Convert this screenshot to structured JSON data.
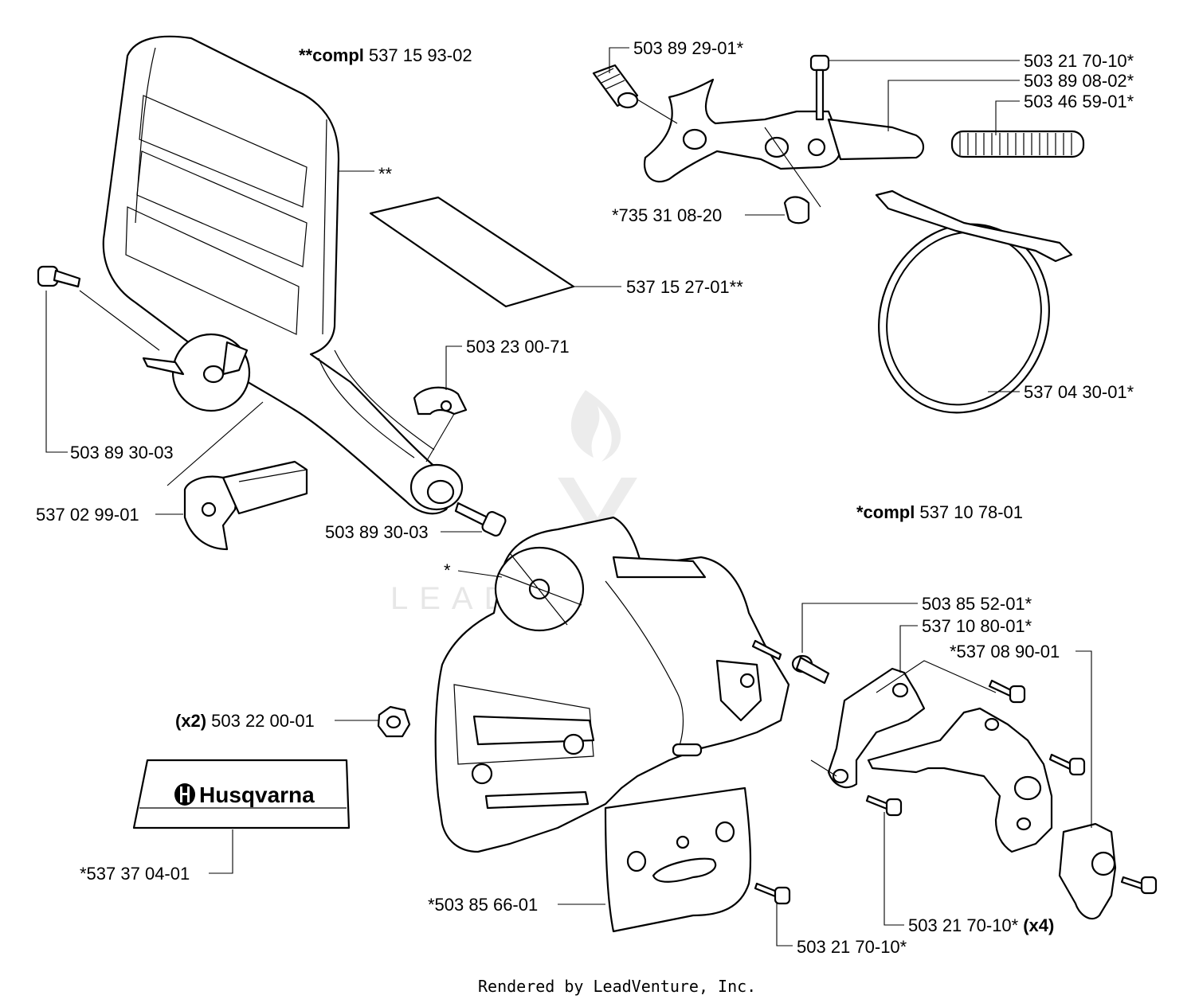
{
  "assemblies": {
    "guard_compl": {
      "prefix": "**compl",
      "number": "537 15 93-02"
    },
    "cover_compl": {
      "prefix": "*compl",
      "number": "537 10 78-01"
    }
  },
  "labels": {
    "p_503892901": "503 89 29-01*",
    "p_503217010_top": "503 21 70-10*",
    "p_503890802": "503 89 08-02*",
    "p_503465901": "503 46 59-01*",
    "p_735310820": "*735 31 08-20",
    "p_537152701": "537 15 27-01**",
    "p_537043001": "537 04 30-01*",
    "p_503230071": "503 23 00-71",
    "p_503893003_a": "503 89 30-03",
    "p_537029901": "537 02 99-01",
    "p_503893003_b": "503 89 30-03",
    "p_star": "*",
    "p_starstar": "**",
    "p_503855201": "503 85 52-01*",
    "p_537108001": "537 10 80-01*",
    "p_537089001": "*537 08 90-01",
    "p_503220001_qty": "(x2)",
    "p_503220001": "503 22 00-01",
    "p_537370401": "*537 37 04-01",
    "p_503856601": "*503 85 66-01",
    "p_503217010_x4": "503 21 70-10*",
    "p_x4_qty": "(x4)",
    "p_503217010_bottom": "503 21 70-10*"
  },
  "decal": {
    "brand": "Husqvarna"
  },
  "watermark": {
    "text": "LEADVENTURE"
  },
  "footer": {
    "text": "Rendered by LeadVenture, Inc."
  }
}
